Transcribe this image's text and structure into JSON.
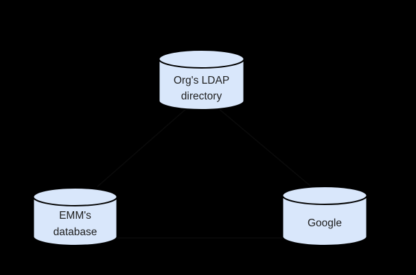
{
  "diagram": {
    "background_color": "#000000",
    "node_fill_color": "#d9e7fb",
    "node_stroke_color": "#000000",
    "node_text_color": "#1e1e1e",
    "connector_color": "#0b0b0b",
    "nodes": [
      {
        "id": "org-ldap-directory",
        "shape": "cylinder",
        "label_line1": "Org's LDAP",
        "label_line2": "directory"
      },
      {
        "id": "emm-database",
        "shape": "cylinder",
        "label_line1": "EMM's",
        "label_line2": "database"
      },
      {
        "id": "google",
        "shape": "cylinder",
        "label_line1": "Google",
        "label_line2": ""
      }
    ],
    "connectors": [
      {
        "from": "org-ldap-directory",
        "to": "emm-database"
      },
      {
        "from": "org-ldap-directory",
        "to": "google"
      },
      {
        "from": "emm-database",
        "to": "google"
      }
    ]
  }
}
